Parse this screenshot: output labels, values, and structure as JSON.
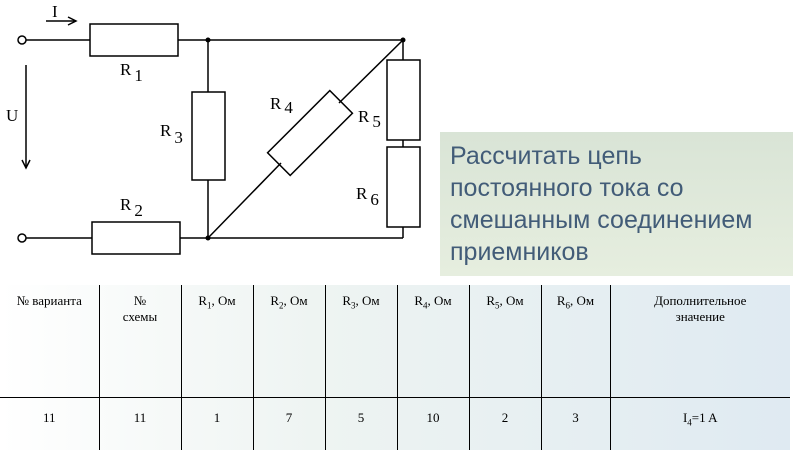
{
  "circuit": {
    "current_label": "I",
    "voltage_label": "U",
    "resistors": [
      {
        "letter": "R",
        "index": "1"
      },
      {
        "letter": "R",
        "index": "2"
      },
      {
        "letter": "R",
        "index": "3"
      },
      {
        "letter": "R",
        "index": "4"
      },
      {
        "letter": "R",
        "index": "5"
      },
      {
        "letter": "R",
        "index": "6"
      }
    ]
  },
  "task": {
    "lines": [
      "Рассчитать цепь",
      "постоянного тока со",
      "смешанным соединением",
      "приемников"
    ]
  },
  "table": {
    "headers": [
      {
        "main": "№ варианта"
      },
      {
        "main": "№",
        "extra": "схемы"
      },
      {
        "main": "R",
        "sub": "1",
        "unit": ", Ом"
      },
      {
        "main": "R",
        "sub": "2",
        "unit": ", Ом"
      },
      {
        "main": "R",
        "sub": "3",
        "unit": ", Ом"
      },
      {
        "main": "R",
        "sub": "4",
        "unit": ", Ом"
      },
      {
        "main": "R",
        "sub": "5",
        "unit": ", Ом"
      },
      {
        "main": "R",
        "sub": "6",
        "unit": ", Ом"
      },
      {
        "main": "Дополнительное",
        "extra": "значение"
      }
    ],
    "row": [
      "11",
      "11",
      "1",
      "7",
      "5",
      "10",
      "2",
      "3"
    ],
    "extra_value": {
      "main": "I",
      "sub": "4",
      "rest": "=1 A"
    }
  }
}
